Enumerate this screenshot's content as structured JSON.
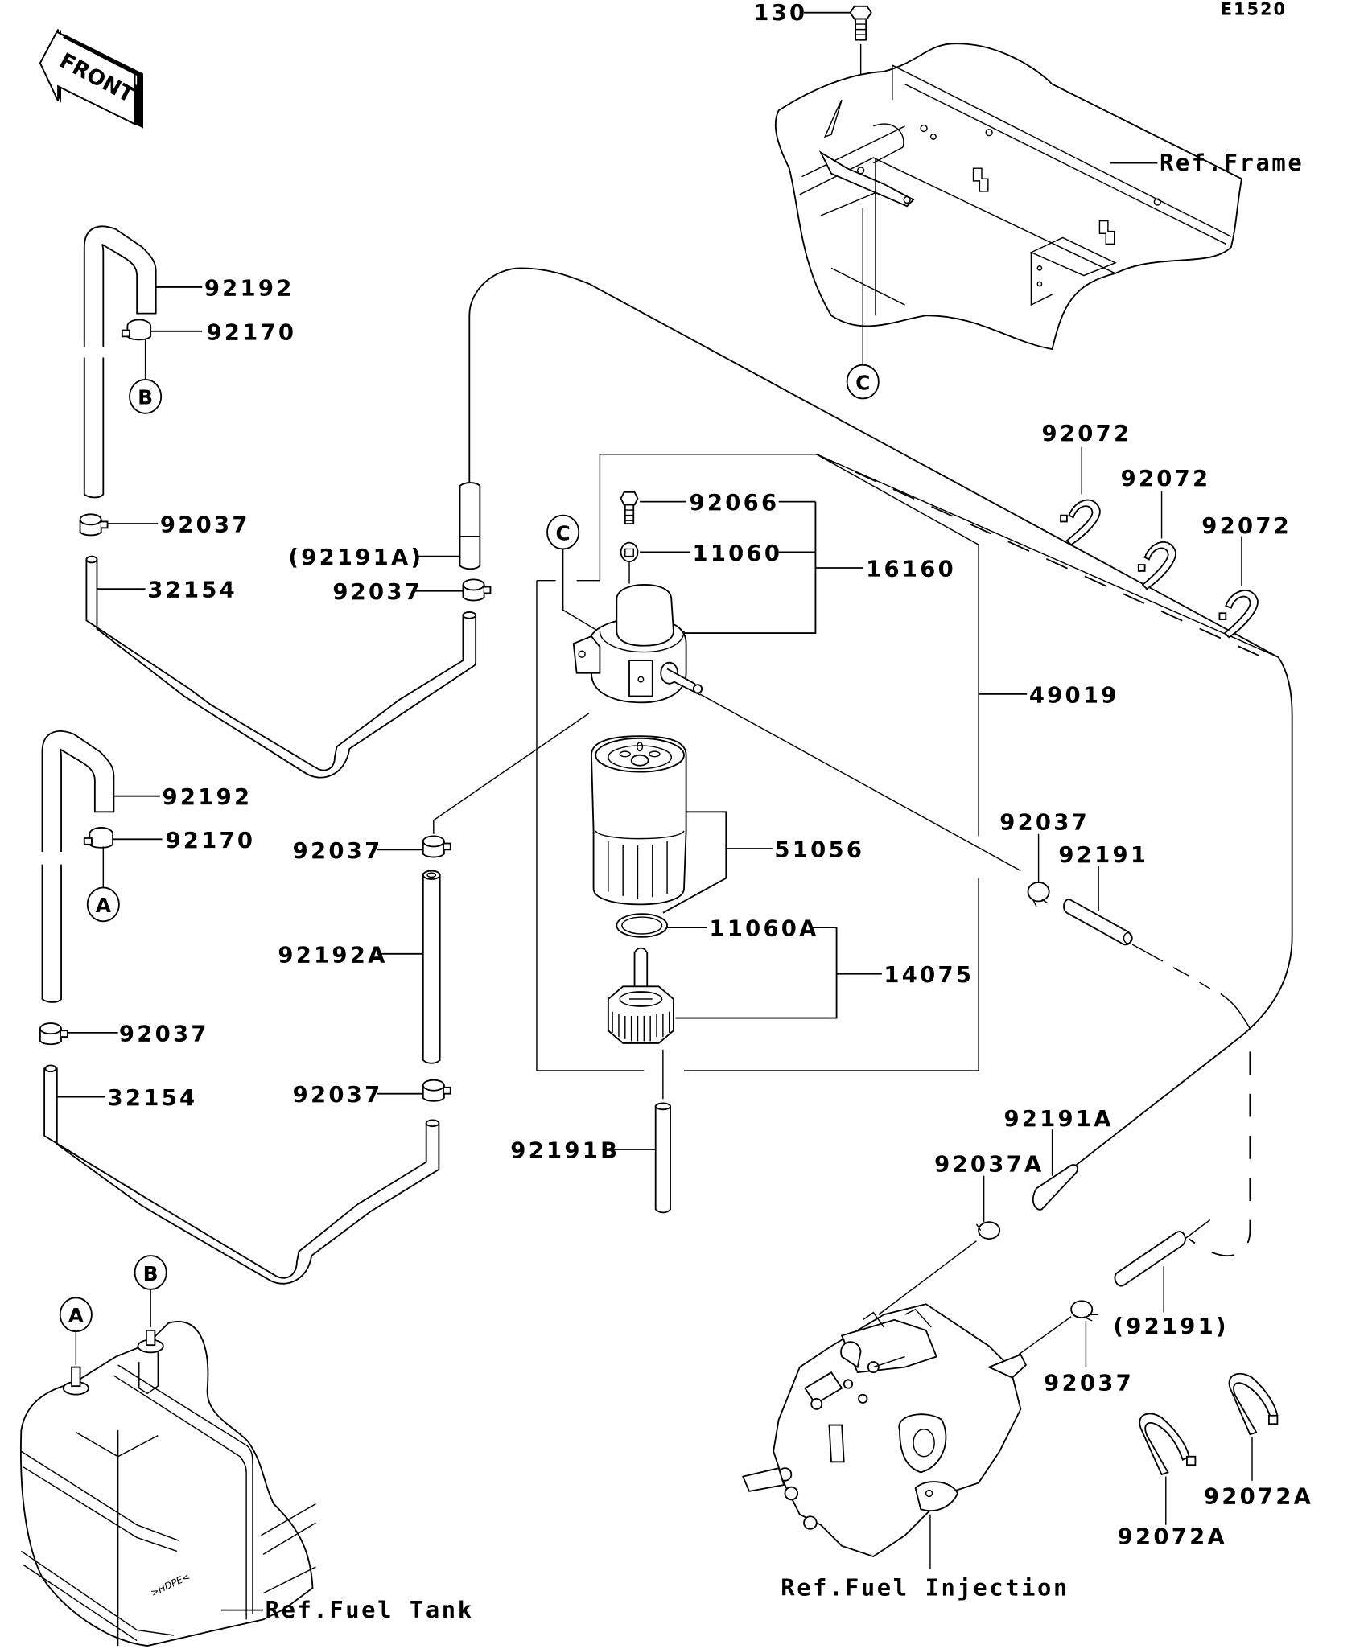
{
  "diagram": {
    "title": "Fuel Filter",
    "code": "E1520",
    "front_label": "FRONT",
    "references": {
      "frame": "Ref.Frame",
      "fuel_tank": "Ref.Fuel Tank",
      "fuel_injection": "Ref.Fuel Injection"
    },
    "tank_marking": ">HDPE<",
    "connectors": [
      "A",
      "B",
      "C"
    ],
    "part_labels": {
      "bolt_130": "130",
      "hose_92192_upper": "92192",
      "clamp_92170_upper": "92170",
      "clamp_92037_upper_left": "92037",
      "pipe_32154_upper": "32154",
      "hose_92191A_paren": "(92191A)",
      "clamp_92037_mid": "92037",
      "hose_92192_lower": "92192",
      "clamp_92170_lower": "92170",
      "clamp_92037_lower_left": "92037",
      "pipe_32154_lower": "32154",
      "clamp_92037_center_upper": "92037",
      "hose_92192A": "92192A",
      "clamp_92037_center_lower": "92037",
      "bolt_92066": "92066",
      "washer_11060": "11060",
      "assy_16160": "16160",
      "assy_49019": "49019",
      "filter_51056": "51056",
      "oring_11060A": "11060A",
      "assy_14075": "14075",
      "hose_92191B": "92191B",
      "band_92072_1": "92072",
      "band_92072_2": "92072",
      "band_92072_3": "92072",
      "clamp_92037_right": "92037",
      "hose_92191_right": "92191",
      "hose_92191A_lower": "92191A",
      "clamp_92037A": "92037A",
      "hose_92191_paren": "(92191)",
      "clamp_92037_pump": "92037",
      "band_92072A_1": "92072A",
      "band_92072A_2": "92072A"
    }
  }
}
